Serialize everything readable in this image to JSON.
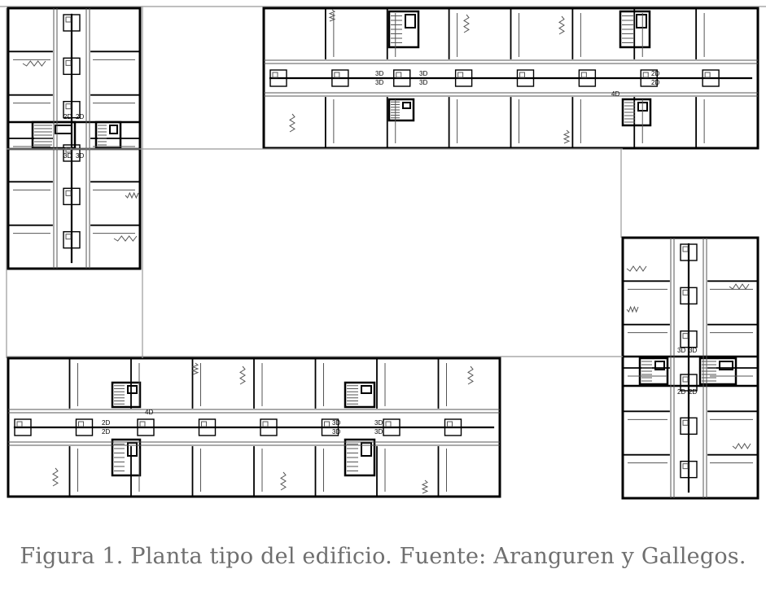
{
  "figure": {
    "caption": "Figura 1. Planta tipo del edificio. Fuente: Aranguren y Gallegos."
  },
  "plan": {
    "unit_labels": {
      "two_bed": "2D",
      "three_bed": "3D",
      "four_bed": "4D"
    }
  }
}
